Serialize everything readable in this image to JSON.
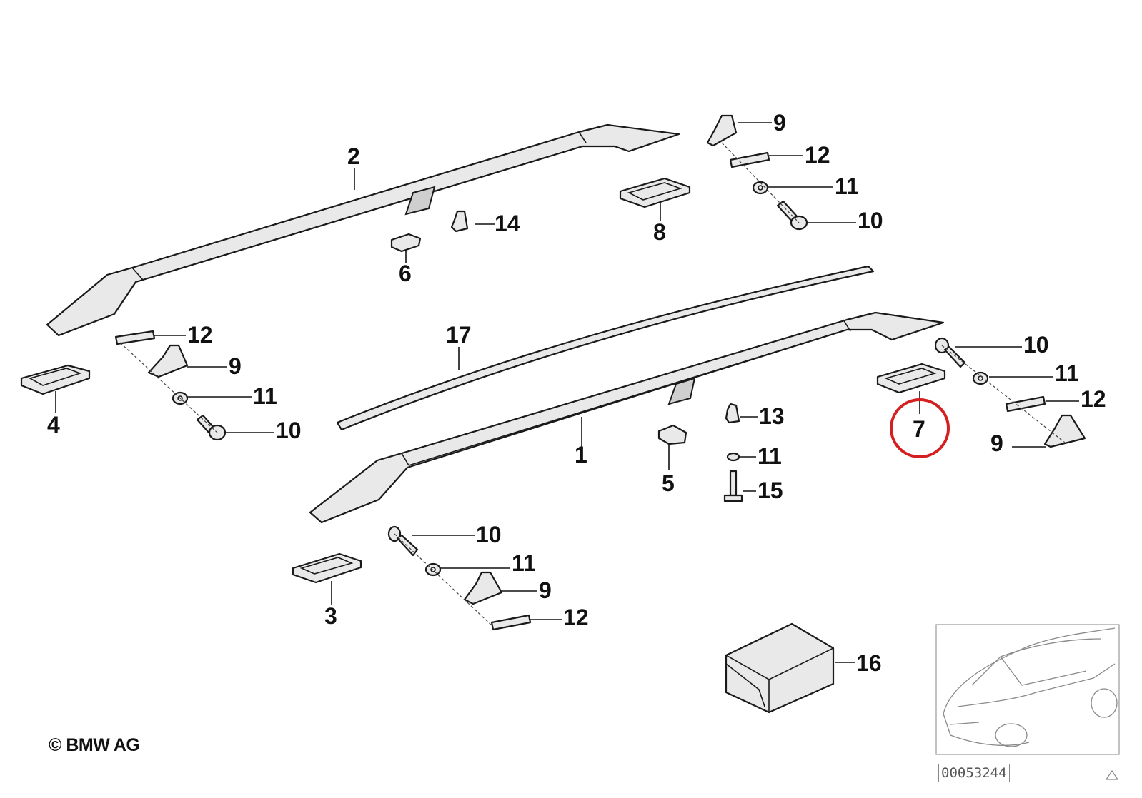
{
  "diagram": {
    "copyright": "© BMW AG",
    "diagram_id": "00053244",
    "callouts": {
      "c1": "1",
      "c2": "2",
      "c3": "3",
      "c4": "4",
      "c5": "5",
      "c6": "6",
      "c7": "7",
      "c8": "8",
      "c9a": "9",
      "c9b": "9",
      "c9c": "9",
      "c9d": "9",
      "c10a": "10",
      "c10b": "10",
      "c10c": "10",
      "c10d": "10",
      "c11a": "11",
      "c11b": "11",
      "c11c": "11",
      "c11d": "11",
      "c11e": "11",
      "c12a": "12",
      "c12b": "12",
      "c12c": "12",
      "c12d": "12",
      "c13": "13",
      "c14": "14",
      "c15": "15",
      "c16": "16",
      "c17": "17"
    },
    "highlight_color": "#d42020"
  }
}
